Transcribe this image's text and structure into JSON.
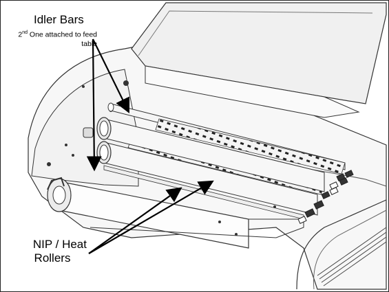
{
  "callouts": {
    "idler": {
      "title": "Idler Bars",
      "sub_num": "2",
      "sub_sup": "nd",
      "sub_rest": "One attached to feed table"
    },
    "nip": {
      "line1": "NIP / Heat",
      "line2": "Rollers"
    }
  },
  "colors": {
    "line": "#333333",
    "shade": "#ececec",
    "arrow": "#000000"
  }
}
